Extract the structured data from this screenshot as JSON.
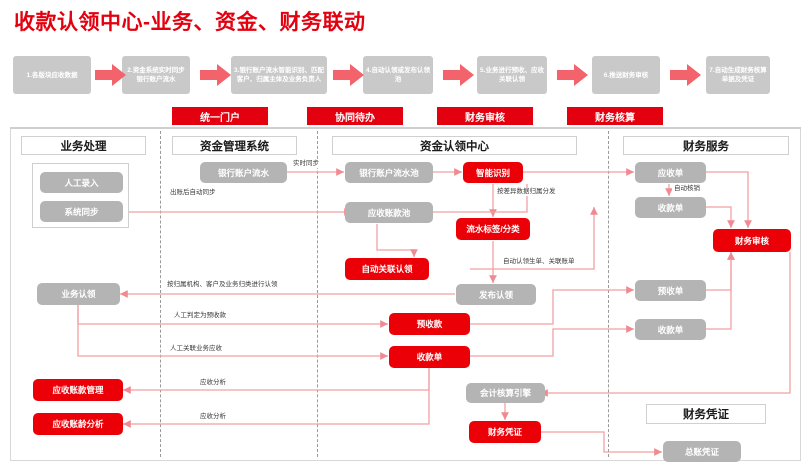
{
  "title": "收款认领中心-业务、资金、财务联动",
  "accent_red": "#ec0008",
  "node_gray": "#b4b4b4",
  "steps": [
    {
      "id": "s1",
      "label": "1.各版块应收数据"
    },
    {
      "id": "s2",
      "label": "2.资金系统实时同步银行账户流水"
    },
    {
      "id": "s3",
      "label": "3.银行账户流水智能识别、匹配客户、归属主体及业务负责人"
    },
    {
      "id": "s4",
      "label": "4.自动认领或发布认领池"
    },
    {
      "id": "s5",
      "label": "5.业务进行预收、应收关联认领"
    },
    {
      "id": "s6",
      "label": "6.推送财务审核"
    },
    {
      "id": "s7",
      "label": "7.自动生成财务核算单据及凭证"
    }
  ],
  "banners": [
    {
      "id": "b1",
      "label": "统一门户"
    },
    {
      "id": "b2",
      "label": "协同待办"
    },
    {
      "id": "b3",
      "label": "财务审核"
    },
    {
      "id": "b4",
      "label": "财务核算"
    }
  ],
  "columns": [
    {
      "id": "c1",
      "label": "业务处理"
    },
    {
      "id": "c2",
      "label": "资金管理系统"
    },
    {
      "id": "c3",
      "label": "资金认领中心"
    },
    {
      "id": "c4",
      "label": "财务服务"
    }
  ],
  "nodes": [
    {
      "id": "n-manual-entry",
      "label": "人工录入",
      "kind": "gray"
    },
    {
      "id": "n-system-sync",
      "label": "系统同步",
      "kind": "gray"
    },
    {
      "id": "n-business-claim",
      "label": "业务认领",
      "kind": "gray"
    },
    {
      "id": "n-ar-management",
      "label": "应收账款管理",
      "kind": "red"
    },
    {
      "id": "n-ar-aging",
      "label": "应收账龄分析",
      "kind": "red"
    },
    {
      "id": "n-bank-flow",
      "label": "银行账户流水",
      "kind": "gray"
    },
    {
      "id": "n-bank-flow-pool",
      "label": "银行账户流水池",
      "kind": "gray"
    },
    {
      "id": "n-ar-pool",
      "label": "应收账款池",
      "kind": "gray"
    },
    {
      "id": "n-smart-recognition",
      "label": "智能识别",
      "kind": "red"
    },
    {
      "id": "n-flow-tag",
      "label": "流水标签/分类",
      "kind": "red"
    },
    {
      "id": "n-auto-link-claim",
      "label": "自动关联认领",
      "kind": "red"
    },
    {
      "id": "n-publish-claim",
      "label": "发布认领",
      "kind": "gray"
    },
    {
      "id": "n-prepay",
      "label": "预收款",
      "kind": "red"
    },
    {
      "id": "n-receipt-center",
      "label": "收款单",
      "kind": "red"
    },
    {
      "id": "n-acct-engine",
      "label": "会计核算引擎",
      "kind": "gray"
    },
    {
      "id": "n-voucher",
      "label": "财务凭证",
      "kind": "red"
    },
    {
      "id": "n-ar-bill",
      "label": "应收单",
      "kind": "gray"
    },
    {
      "id": "n-receipt-bill",
      "label": "收款单",
      "kind": "gray"
    },
    {
      "id": "n-fin-audit",
      "label": "财务审核",
      "kind": "red"
    },
    {
      "id": "n-prepay-bill",
      "label": "预收单",
      "kind": "gray"
    },
    {
      "id": "n-receipt-bill2",
      "label": "收款单",
      "kind": "gray"
    },
    {
      "id": "n-gl-voucher",
      "label": "总账凭证",
      "kind": "gray"
    }
  ],
  "voucher_header": "财务凭证",
  "edge_labels": [
    {
      "id": "e-realtime-sync",
      "label": "实时同步"
    },
    {
      "id": "e-auto-sync-after",
      "label": "出账后自动同步"
    },
    {
      "id": "e-diff-dispatch",
      "label": "按差异数据归属分发"
    },
    {
      "id": "e-auto-writeoff",
      "label": "自动核销"
    },
    {
      "id": "e-auto-claim-bill",
      "label": "自动认领生单、关联账单"
    },
    {
      "id": "e-claim-by-org",
      "label": "按归属机构、客户及业务归类进行认领"
    },
    {
      "id": "e-manual-prepay",
      "label": "人工判定为预收款"
    },
    {
      "id": "e-manual-link-ar",
      "label": "人工关联业务应收"
    },
    {
      "id": "e-ar-analysis-1",
      "label": "应收分析"
    },
    {
      "id": "e-ar-analysis-2",
      "label": "应收分析"
    }
  ]
}
